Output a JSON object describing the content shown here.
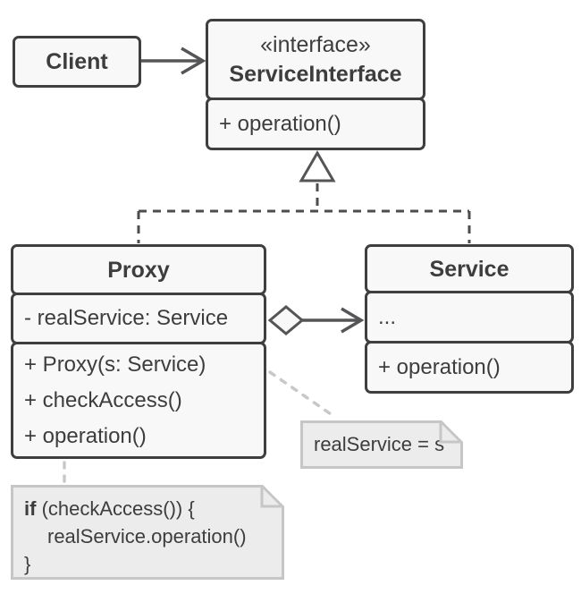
{
  "colors": {
    "box_fill": "#f8f8f8",
    "box_border": "#3f3f40",
    "text": "#3d3d3d",
    "edge": "#555557",
    "realization_dash": "#4d4d4f",
    "note_fill": "#ececec",
    "note_border": "#c6c6c6",
    "note_connector": "#c8c8c8",
    "triangle_fill": "#ffffff"
  },
  "nodes": {
    "client": {
      "title": "Client"
    },
    "service_interface": {
      "stereotype": "«interface»",
      "title": "ServiceInterface",
      "operations": [
        "+ operation()"
      ]
    },
    "proxy": {
      "title": "Proxy",
      "attributes": [
        "- realService: Service"
      ],
      "operations": [
        "+ Proxy(s: Service)",
        "+ checkAccess()",
        "+ operation()"
      ]
    },
    "service": {
      "title": "Service",
      "attributes": [
        "..."
      ],
      "operations": [
        "+ operation()"
      ]
    }
  },
  "notes": {
    "assignment": {
      "text": "realService = s"
    },
    "code": {
      "keyword": "if",
      "line1_rest": " (checkAccess()) {",
      "line2": "realService.operation()",
      "line3": "}"
    }
  },
  "edges": {
    "client_to_interface": "association",
    "proxy_to_interface": "realization",
    "service_to_interface": "realization",
    "proxy_to_service": "aggregation"
  }
}
